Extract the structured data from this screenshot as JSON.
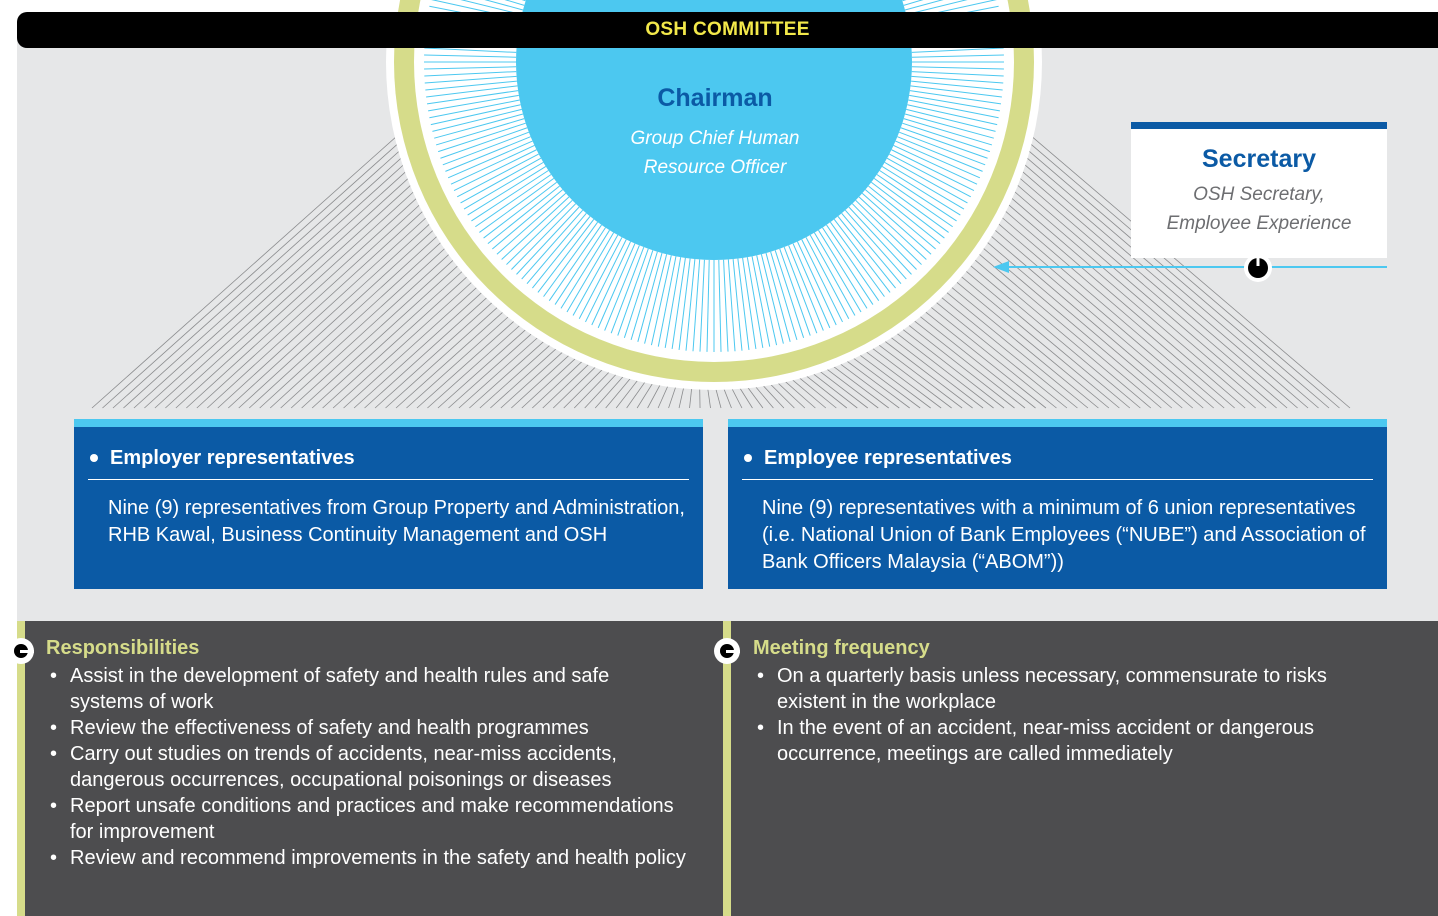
{
  "header": {
    "title": "OSH COMMITTEE"
  },
  "chairman": {
    "title": "Chairman",
    "line1": "Group Chief Human",
    "line2": "Resource Officer"
  },
  "secretary": {
    "title": "Secretary",
    "line1": "OSH Secretary,",
    "line2": "Employee Experience"
  },
  "employer": {
    "title": "Employer representatives",
    "body": "Nine (9) representatives from Group Property and Administration, RHB Kawal, Business Continuity Management and OSH"
  },
  "employee": {
    "title": "Employee representatives",
    "body": "Nine (9) representatives with a minimum of 6 union representatives (i.e. National Union of Bank Employees (“NUBE”) and Association of Bank Officers Malaysia (“ABOM”))"
  },
  "responsibilities": {
    "title": "Responsibilities",
    "items": [
      "Assist in the development of safety and health rules and safe systems of work",
      "Review the effectiveness of safety and health programmes",
      "Carry out studies on trends of accidents, near-miss accidents, dangerous occurrences, occupational poisonings or diseases",
      "Report unsafe conditions and practices and make recommendations for improvement",
      "Review and recommend improvements in the safety and health policy"
    ]
  },
  "meeting": {
    "title": "Meeting frequency",
    "items": [
      "On a quarterly basis unless necessary, commensurate to risks existent in the workplace",
      "In the event of an accident, near-miss accident or dangerous occurrence, meetings are called immediately"
    ]
  },
  "colors": {
    "header_bg": "#000000",
    "header_text": "#f2e84a",
    "brand_blue": "#0b5aa5",
    "light_blue": "#4cc8f0",
    "ring_yellow": "#d6dc8a",
    "grey_bg": "#e6e7e8",
    "dark_bg": "#4d4d4f"
  }
}
